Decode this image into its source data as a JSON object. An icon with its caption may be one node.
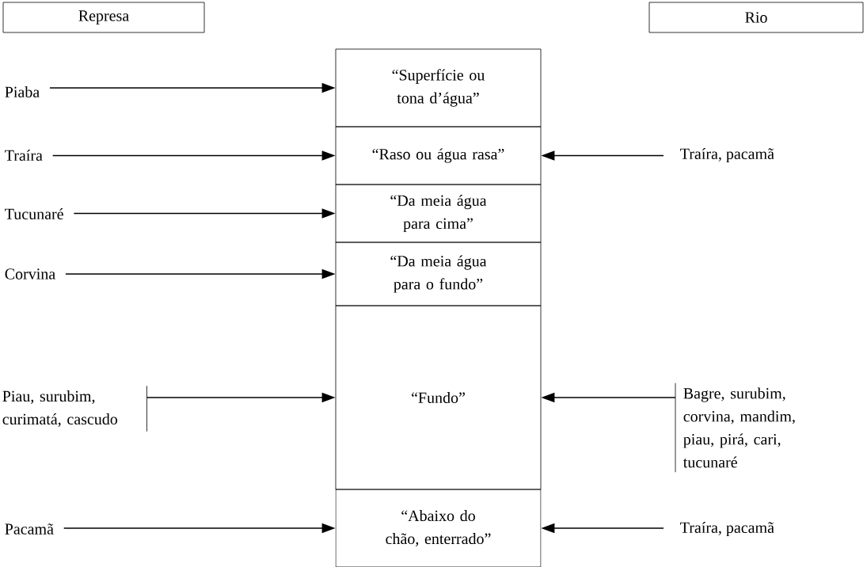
{
  "diagram": {
    "nodes": [
      {
        "text": [
          "Represa"
        ]
      },
      {
        "text": [
          "Rio"
        ]
      },
      {
        "text": [
          "Piaba"
        ]
      },
      {
        "text": [
          "“Superfície ou tona d’água”"
        ]
      },
      {
        "text": [
          "Traíra"
        ]
      },
      {
        "text": [
          "“Raso ou água rasa”"
        ]
      },
      {
        "text": [
          "Traíra, pacamã"
        ]
      },
      {
        "text": [
          "Tucunaré"
        ]
      },
      {
        "text": [
          "“Da meia água para cima”"
        ]
      },
      {
        "text": [
          "Corvina"
        ]
      },
      {
        "text": [
          "“Da meia água para o fundo”"
        ]
      },
      {
        "text": [
          "Piau, surubim, curimatá, cascudo"
        ]
      },
      {
        "text": [
          "“Fundo”"
        ]
      },
      {
        "text": [
          "Bagre, surubim, corvina, mandim, piau, pirá, cari, tucunaré"
        ]
      },
      {
        "text": [
          "Pacamã"
        ]
      },
      {
        "text": [
          "“Abaixo do chão, enterrado”"
        ]
      },
      {
        "text": [
          "Traíra, pacamã"
        ]
      }
    ],
    "edges": [
      {
        "from": 2,
        "to": 3,
        "arrow": "to"
      },
      {
        "from": 4,
        "to": 5,
        "arrow": "to"
      },
      {
        "from": 6,
        "to": 5,
        "arrow": "to"
      },
      {
        "from": 7,
        "to": 8,
        "arrow": "to"
      },
      {
        "from": 9,
        "to": 10,
        "arrow": "to"
      },
      {
        "from": 11,
        "to": 12,
        "arrow": "to"
      },
      {
        "from": 13,
        "to": 12,
        "arrow": "to"
      },
      {
        "from": 14,
        "to": 15,
        "arrow": "to"
      },
      {
        "from": 16,
        "to": 15,
        "arrow": "to"
      }
    ]
  }
}
